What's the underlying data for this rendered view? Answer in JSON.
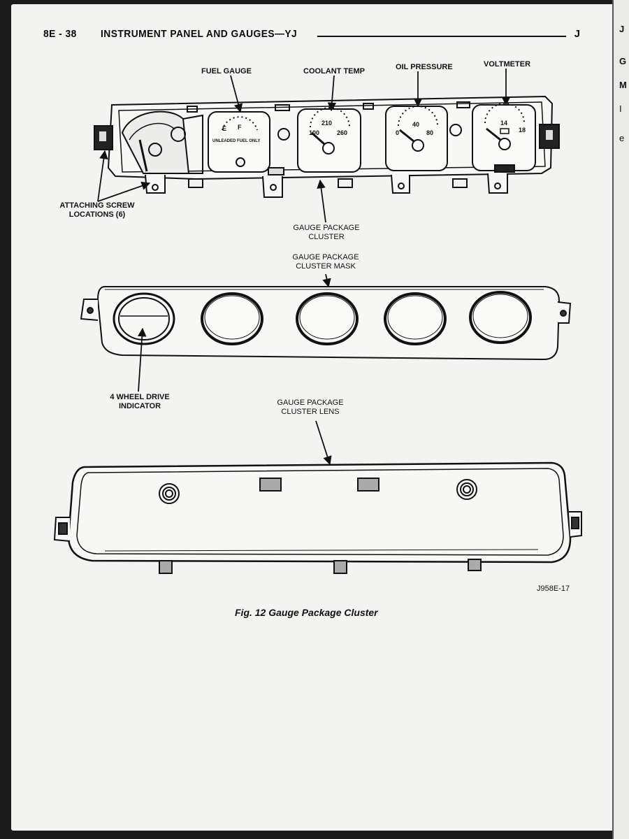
{
  "header": {
    "section_number": "8E - 38",
    "section_title": "INSTRUMENT PANEL AND GAUGES—YJ",
    "page_letter": "J"
  },
  "edge_glyphs": [
    "J",
    "G",
    "M",
    "I",
    "e"
  ],
  "labels": {
    "fuel_gauge": "FUEL GAUGE",
    "coolant_temp": "COOLANT TEMP",
    "oil_pressure": "OIL PRESSURE",
    "voltmeter": "VOLTMETER",
    "attaching_screw_line1": "ATTACHING SCREW",
    "attaching_screw_line2": "LOCATIONS (6)",
    "cluster_line1": "GAUGE PACKAGE",
    "cluster_line2": "CLUSTER",
    "mask_line1": "GAUGE PACKAGE",
    "mask_line2": "CLUSTER MASK",
    "indicator_line1": "4 WHEEL DRIVE",
    "indicator_line2": "INDICATOR",
    "lens_line1": "GAUGE PACKAGE",
    "lens_line2": "CLUSTER LENS"
  },
  "gauge_faces": {
    "fuel_e": "E",
    "fuel_f": "F",
    "fuel_text": "UNLEADED FUEL ONLY",
    "temp_top": "210",
    "temp_left": "100",
    "temp_right": "260",
    "oil_mid": "40",
    "oil_left": "0",
    "oil_right": "80",
    "volt_mid": "14",
    "volt_right": "18"
  },
  "figure_code": "J958E-17",
  "caption": "Fig. 12 Gauge Package Cluster"
}
